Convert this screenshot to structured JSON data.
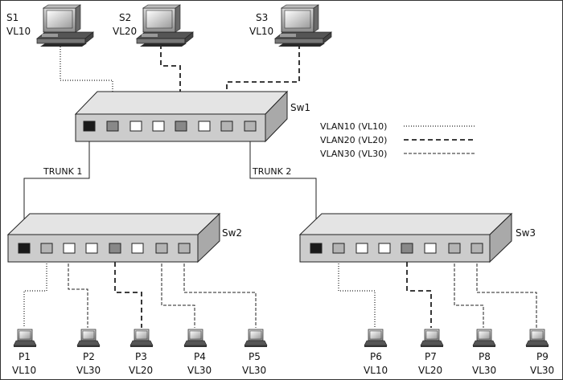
{
  "servers": [
    {
      "name": "S1",
      "vlan": "VL10"
    },
    {
      "name": "S2",
      "vlan": "VL20"
    },
    {
      "name": "S3",
      "vlan": "VL10"
    }
  ],
  "switches": {
    "sw1": {
      "label": "Sw1"
    },
    "sw2": {
      "label": "Sw2"
    },
    "sw3": {
      "label": "Sw3"
    }
  },
  "trunks": {
    "trunk1": "TRUNK 1",
    "trunk2": "TRUNK 2"
  },
  "legend": [
    {
      "label": "VLAN10 (VL10)",
      "style": "vl10"
    },
    {
      "label": "VLAN20 (VL20)",
      "style": "vl20"
    },
    {
      "label": "VLAN30 (VL30)",
      "style": "vl30"
    }
  ],
  "pcs": [
    {
      "name": "P1",
      "vlan": "VL10"
    },
    {
      "name": "P2",
      "vlan": "VL30"
    },
    {
      "name": "P3",
      "vlan": "VL20"
    },
    {
      "name": "P4",
      "vlan": "VL30"
    },
    {
      "name": "P5",
      "vlan": "VL30"
    },
    {
      "name": "P6",
      "vlan": "VL10"
    },
    {
      "name": "P7",
      "vlan": "VL20"
    },
    {
      "name": "P8",
      "vlan": "VL30"
    },
    {
      "name": "P9",
      "vlan": "VL30"
    }
  ],
  "colors": {
    "port_dark": "#1a1a1a",
    "port_mid": "#888888",
    "port_light": "#b4b4b4",
    "port_white": "#ffffff",
    "switch_top": "#e4e4e4",
    "switch_front": "#cccccc",
    "switch_side": "#a9a9a9"
  }
}
